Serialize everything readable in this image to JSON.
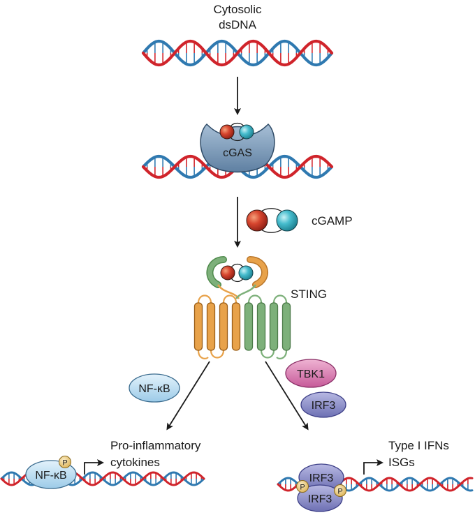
{
  "labels": {
    "cytosolic": "Cytosolic",
    "dsdna": "dsDNA",
    "cgas": "cGAS",
    "cgamp": "cGAMP",
    "sting": "STING",
    "nfkb": "NF-κB",
    "tbk1": "TBK1",
    "irf3": "IRF3",
    "nfkb_p": "NF-κB",
    "irf3_top": "IRF3",
    "irf3_bottom": "IRF3",
    "pro_inflammatory": "Pro-inflammatory",
    "cytokines": "cytokines",
    "type_i_ifns": "Type I IFNs",
    "isgs": "ISGs",
    "phospho": "P"
  },
  "colors": {
    "dna_red": "#d0242b",
    "dna_blue": "#2f79b0",
    "cgas_fill": "#7f9fbd",
    "cgamp_red": "#d6452e",
    "cgamp_cyan": "#46bccd",
    "sting_orange": "#e8a24a",
    "sting_green": "#7db07a",
    "nfkb_fill": "#b9daf0",
    "tbk1_fill": "#d97bb0",
    "irf3_fill": "#8d8fc9",
    "phospho_fill": "#f2d48a"
  }
}
